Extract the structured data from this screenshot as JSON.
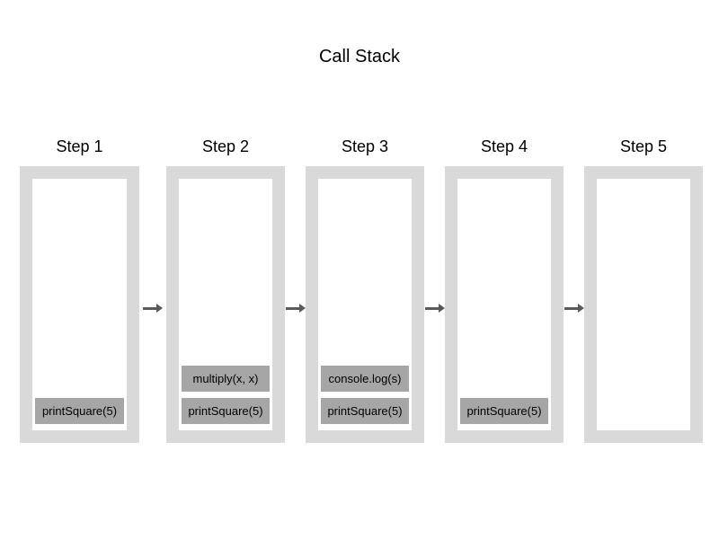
{
  "title": "Call Stack",
  "columns": [
    {
      "label": "Step 1",
      "frames": [
        "printSquare(5)"
      ]
    },
    {
      "label": "Step 2",
      "frames": [
        "multiply(x, x)",
        "printSquare(5)"
      ]
    },
    {
      "label": "Step 3",
      "frames": [
        "console.log(s)",
        "printSquare(5)"
      ]
    },
    {
      "label": "Step 4",
      "frames": [
        "printSquare(5)"
      ]
    },
    {
      "label": "Step 5",
      "frames": []
    }
  ],
  "arrows": {
    "icon": "right-arrow-icon",
    "count": 4
  },
  "colors": {
    "background": "#ffffff",
    "frame_border": "#d9d9d9",
    "stack_block": "#a6a6a6",
    "arrow": "#595959",
    "text": "#000000"
  }
}
